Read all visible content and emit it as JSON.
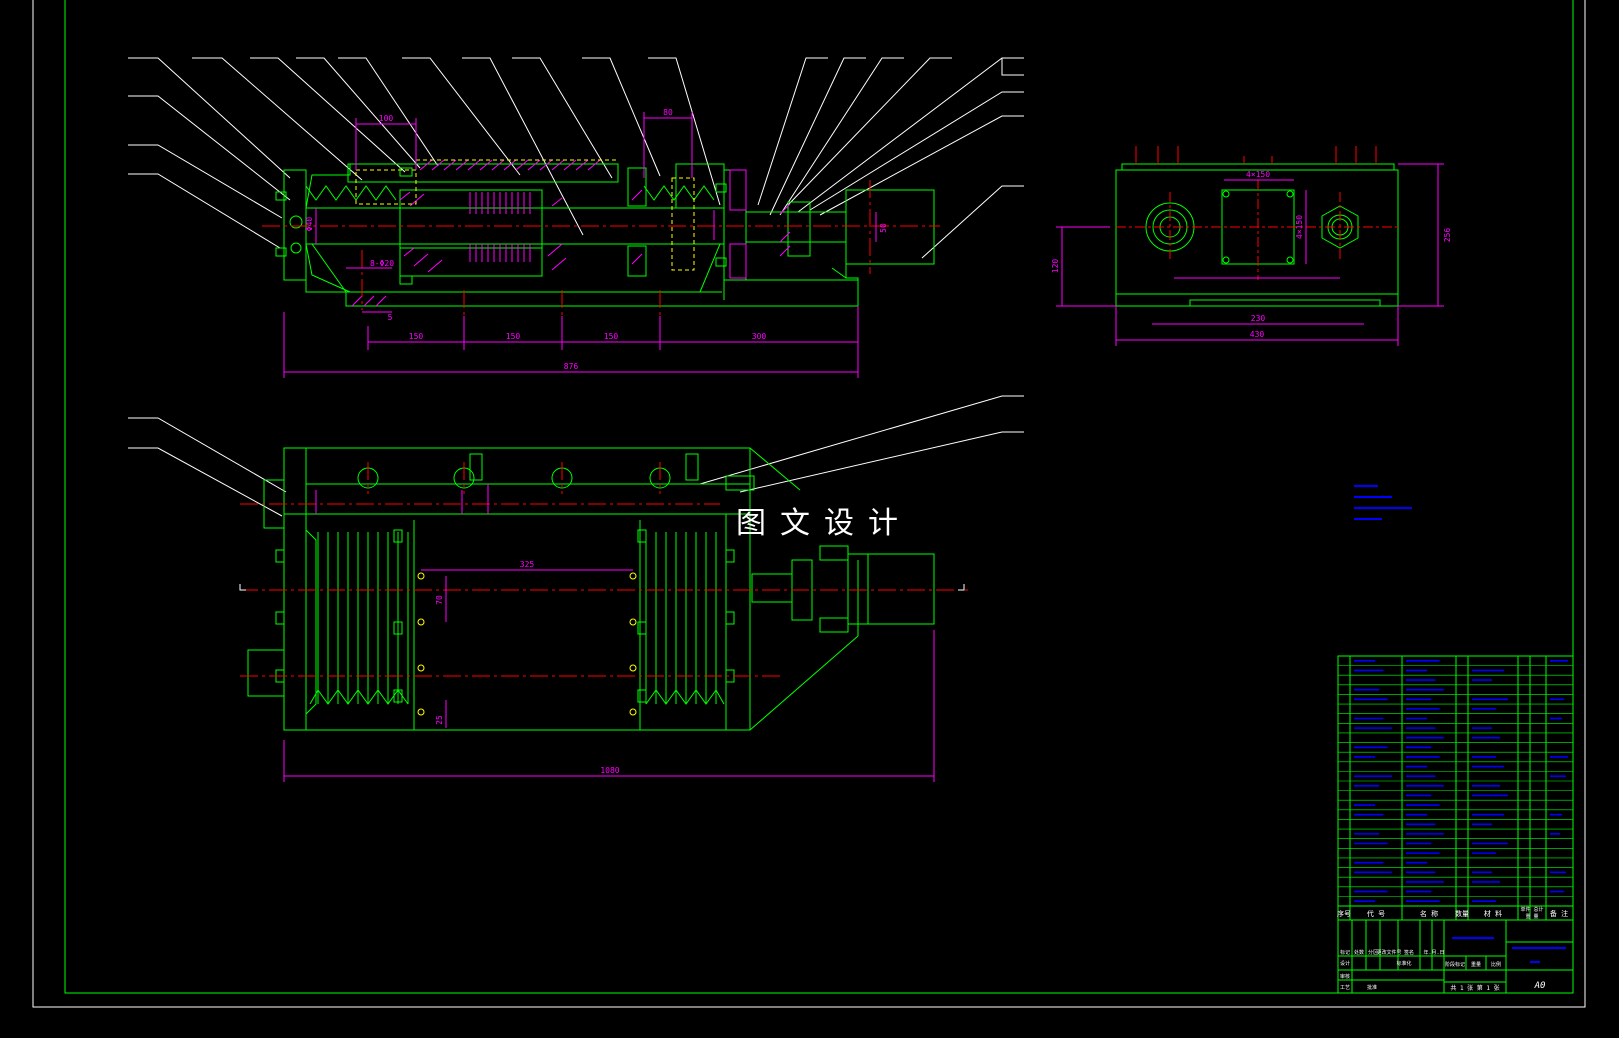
{
  "colors": {
    "background": "#000000",
    "outline": "#00ff00",
    "dimension": "#ff00ff",
    "centerline": "#ff0000",
    "leader": "#ffffff",
    "annotation": "#0000ff",
    "hidden": "#ffff00",
    "hatch": "#ff00ff"
  },
  "watermark": "图文设计",
  "front_view": {
    "dims": {
      "d100": "100",
      "d80": "80",
      "bottom_150a": "150",
      "bottom_150b": "150",
      "bottom_150c": "150",
      "bottom_300": "300",
      "overall": "876",
      "shaft_phi": "Φ40",
      "bore": "8-Φ20",
      "small_5": "5",
      "right_50": "50"
    }
  },
  "top_view": {
    "dims": {
      "d325": "325",
      "d70": "70",
      "d25": "25",
      "overall": "1080"
    }
  },
  "side_view": {
    "dims": {
      "top": "4×150",
      "right_inner": "4×150",
      "left": "120",
      "right": "256",
      "bottom_inner": "230",
      "bottom": "430"
    }
  },
  "title_block": {
    "col_seq": "序号",
    "col_code": "代 号",
    "col_name": "名 称",
    "col_qty": "数量",
    "col_material": "材 料",
    "col_weight": "单件 总计",
    "col_weight_sub": "重 量",
    "col_remark": "备 注",
    "row_mark": "标记",
    "row_count": "处数",
    "row_zone": "分区",
    "row_doc": "更改文件号",
    "row_sign": "签名",
    "row_date": "年.月.日",
    "row_design": "设计",
    "row_std": "标准化",
    "row_stage": "阶段标记",
    "row_weight": "重量",
    "row_scale": "比例",
    "row_check": "审核",
    "row_process": "工艺",
    "row_approve": "批准",
    "sheet": "共 1 张  第 1 张",
    "size": "A0"
  }
}
